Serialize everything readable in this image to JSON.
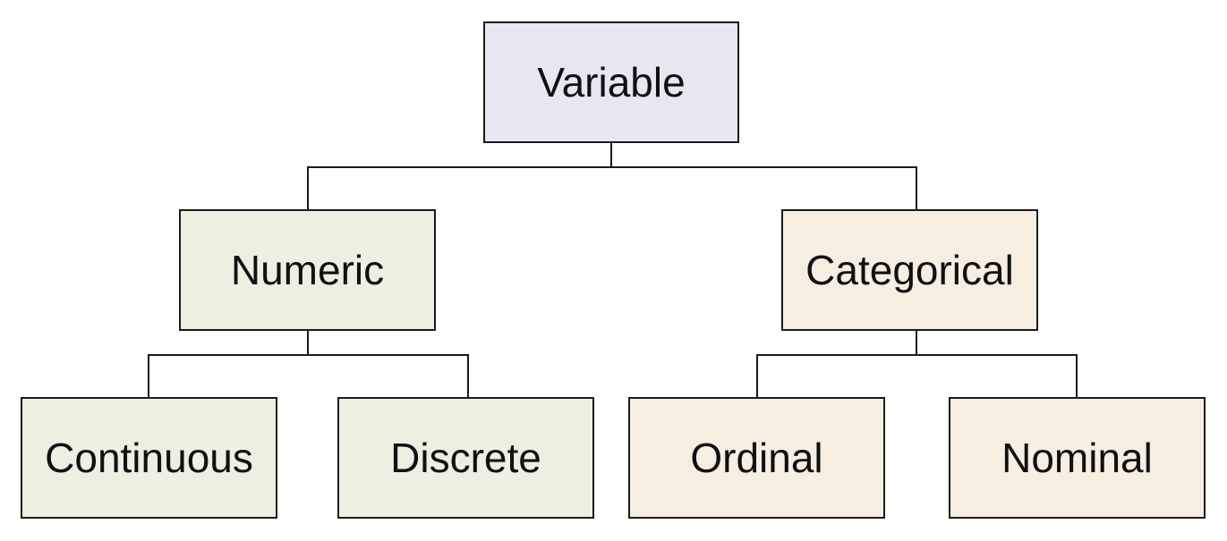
{
  "diagram": {
    "root": {
      "label": "Variable",
      "fill": "#e9e6f2"
    },
    "numeric": {
      "label": "Numeric",
      "fill": "#eeefe1",
      "children": [
        {
          "label": "Continuous"
        },
        {
          "label": "Discrete"
        }
      ]
    },
    "categorical": {
      "label": "Categorical",
      "fill": "#f6efe1",
      "children": [
        {
          "label": "Ordinal"
        },
        {
          "label": "Nominal"
        }
      ]
    }
  }
}
